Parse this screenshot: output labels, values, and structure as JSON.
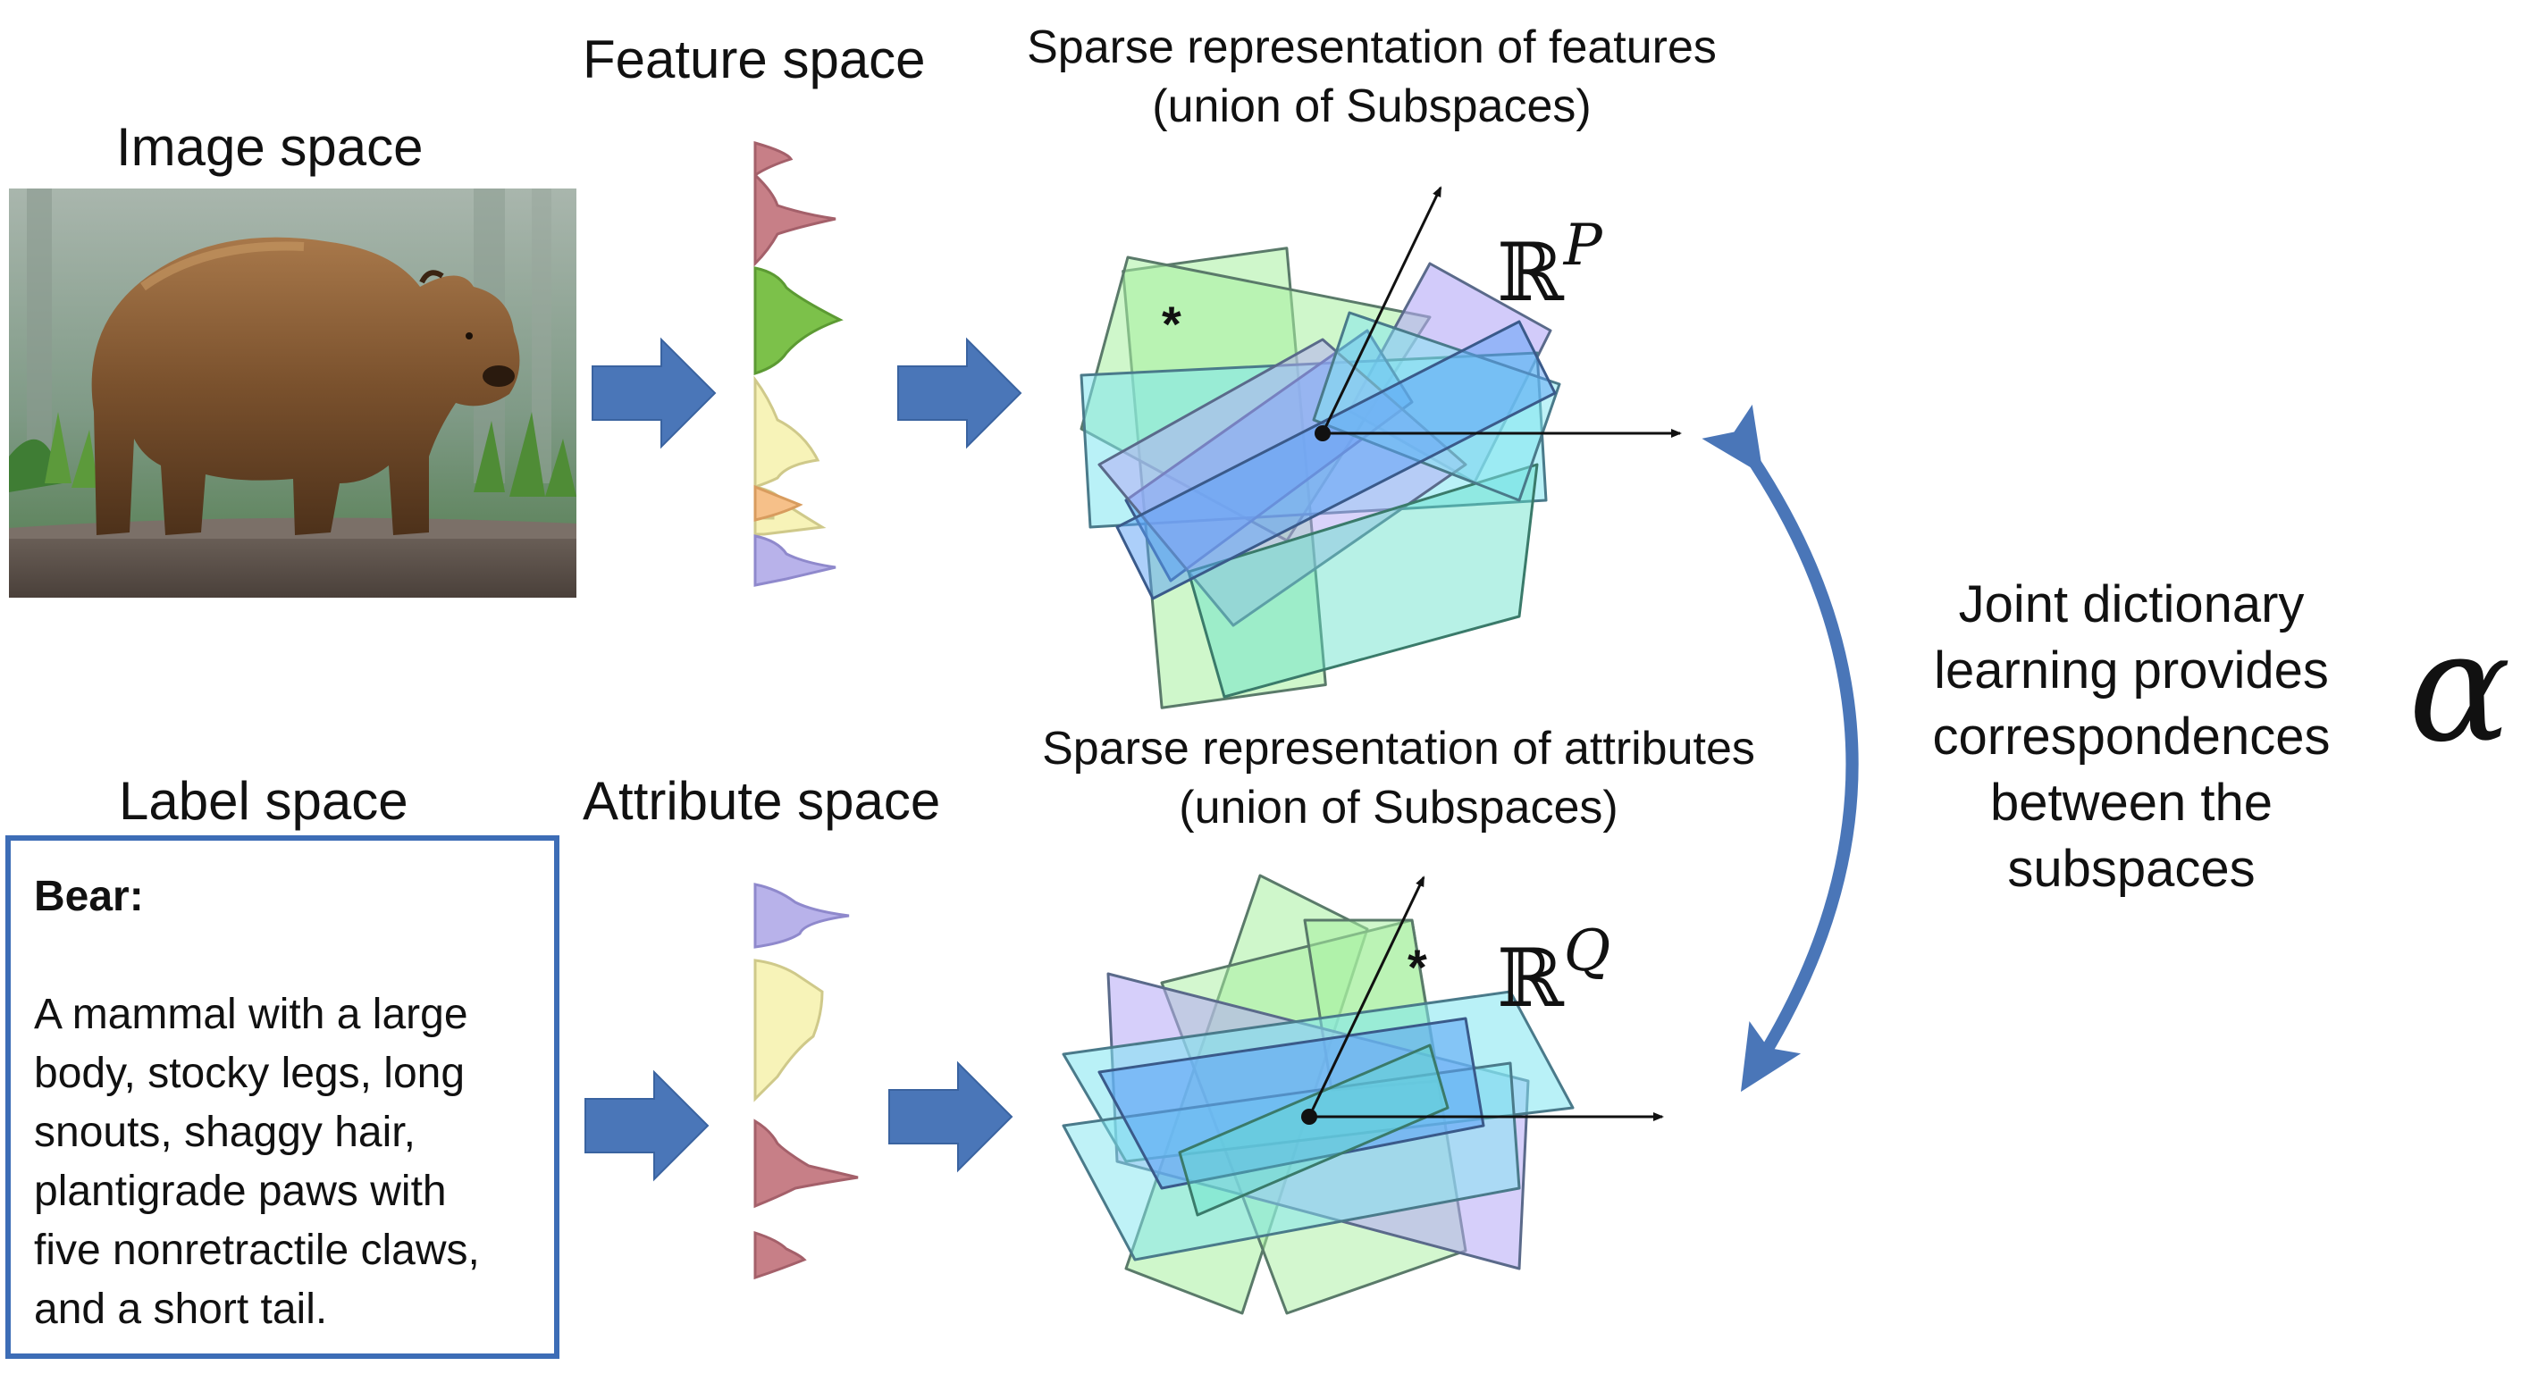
{
  "headings": {
    "image_space": "Image space",
    "feature_space": "Feature space",
    "label_space": "Label space",
    "attribute_space": "Attribute space",
    "sparse_features": "Sparse representation of features",
    "sparse_features_sub": "(union of Subspaces)",
    "sparse_attributes": "Sparse representation of attributes",
    "sparse_attributes_sub": "(union of Subspaces)"
  },
  "label_box": {
    "title": "Bear:",
    "description": "A mammal with a large\nbody, stocky legs, long\nsnouts, shaggy hair,\nplantigrade paws with\nfive nonretractile claws,\nand a short tail."
  },
  "joint_text": "Joint dictionary\nlearning provides\ncorrespondences\nbetween the\nsubspaces",
  "alpha_symbol": "α",
  "feature_space_symbol": {
    "base": "ℝ",
    "exponent": "P"
  },
  "attribute_space_symbol": {
    "base": "ℝ",
    "exponent": "Q"
  },
  "star_marker": "*",
  "colors": {
    "arrow_blue": "#4a76b8",
    "box_border": "#3d6db6",
    "hist_red": "#c77f87",
    "hist_green": "#7cc14a",
    "hist_yellow": "#f7f3b8",
    "hist_orange": "#f6c089",
    "hist_purple": "#b8b2ea",
    "plane_green": "#a8f0a0",
    "plane_cyan": "#7fe6f0",
    "plane_blue": "#5aa0f5",
    "plane_purple": "#b4a8f6",
    "plane_teal": "#60e0c8"
  }
}
